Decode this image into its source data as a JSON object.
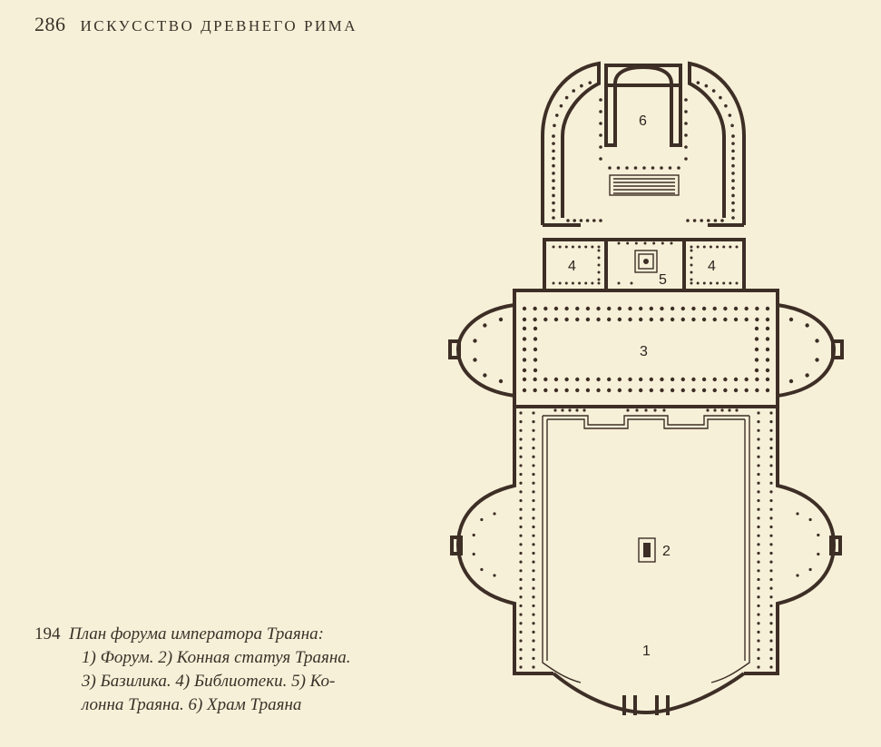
{
  "header": {
    "page_number": "286",
    "running_title": "ИСКУССТВО ДРЕВНЕГО РИМА"
  },
  "caption": {
    "figure_number": "194",
    "lines": [
      "План форума императора Траяна:",
      "1) Форум. 2) Конная статуя Траяна.",
      "3) Базилика. 4) Библиотеки. 5) Ко-",
      "лонна Траяна. 6) Храм Траяна"
    ]
  },
  "plan_labels": {
    "forum": "1",
    "statue": "2",
    "basilica": "3",
    "library_left": "4",
    "library_right": "4",
    "column": "5",
    "temple": "6"
  },
  "colors": {
    "paper": "#f7f0d8",
    "ink": "#3d2e26"
  }
}
